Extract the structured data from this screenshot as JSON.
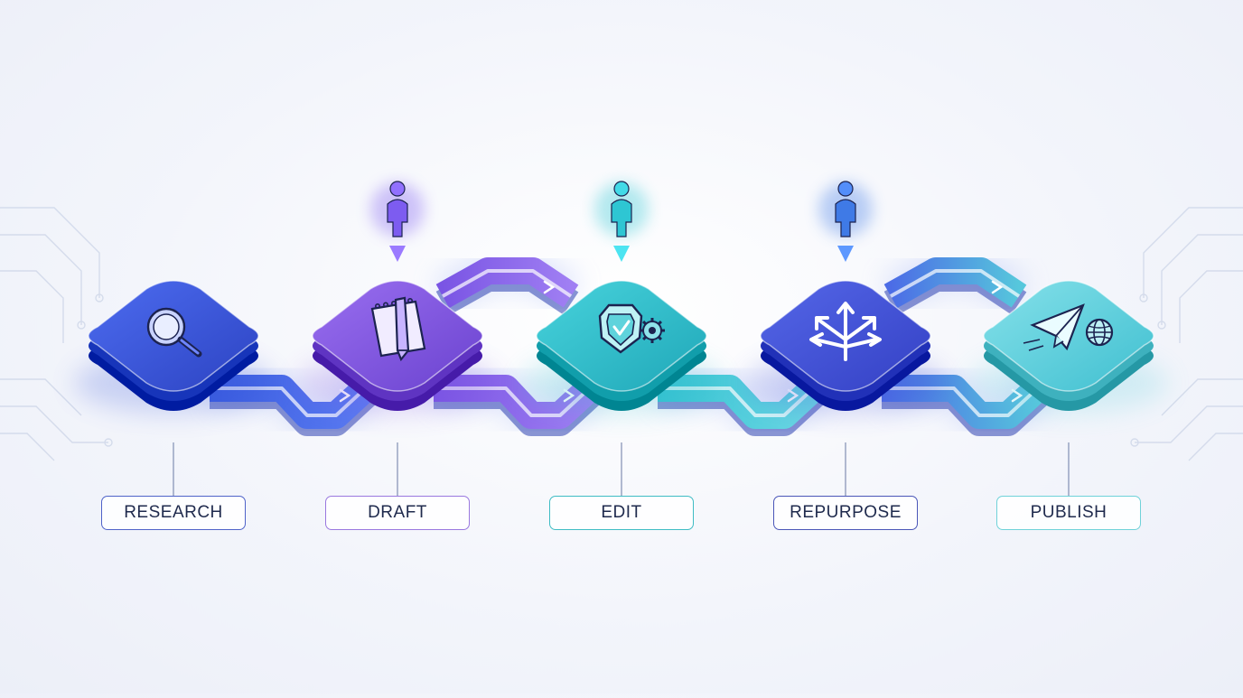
{
  "colors": {
    "research": "#3553d8",
    "draft": "#7d52e0",
    "edit": "#2fbcc9",
    "repurpose": "#3f4fd6",
    "publish": "#5ccfdc",
    "label_text": "#1f2a4d"
  },
  "stages": [
    {
      "id": "research",
      "label": "RESEARCH",
      "icon": "magnifier-icon",
      "color": "#3553d8",
      "label_border": "#4f63c9",
      "has_reviewer": false
    },
    {
      "id": "draft",
      "label": "DRAFT",
      "icon": "notepad-pencil-icon",
      "color": "#7d52e0",
      "label_border": "#9a78df",
      "has_reviewer": true,
      "reviewer_color": "#7d5cf0"
    },
    {
      "id": "edit",
      "label": "EDIT",
      "icon": "shield-check-gear-icon",
      "color": "#2fbcc9",
      "label_border": "#3fbcc4",
      "has_reviewer": true,
      "reviewer_color": "#2ec6d3"
    },
    {
      "id": "repurpose",
      "label": "REPURPOSE",
      "icon": "split-arrows-icon",
      "color": "#3f4fd6",
      "label_border": "#4a56b8",
      "has_reviewer": true,
      "reviewer_color": "#3f7ae6"
    },
    {
      "id": "publish",
      "label": "PUBLISH",
      "icon": "paper-plane-globe-icon",
      "color": "#5ccfdc",
      "label_border": "#6fd2d9",
      "has_reviewer": false
    }
  ]
}
